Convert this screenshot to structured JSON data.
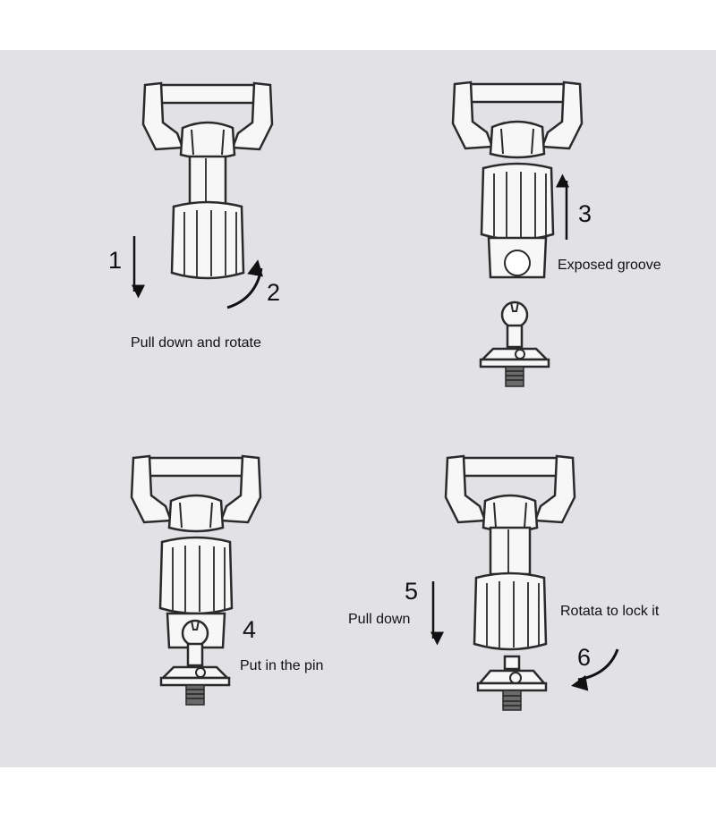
{
  "steps": [
    {
      "number": "1",
      "caption": ""
    },
    {
      "number": "2",
      "caption": ""
    },
    {
      "number": "3",
      "caption": "Exposed groove"
    },
    {
      "number": "4",
      "caption": "Put in the pin"
    },
    {
      "number": "5",
      "caption": "Pull down"
    },
    {
      "number": "6",
      "caption": "Rotata to lock it"
    }
  ],
  "panels": [
    {
      "caption": "Pull down and rotate"
    }
  ],
  "colors": {
    "background_band": "#e2e1e6",
    "page": "#ffffff",
    "part_fill": "#f7f7f7",
    "outline": "#2a2a2a",
    "arrow": "#111111"
  },
  "icons": [
    "down-arrow-icon",
    "up-arrow-icon",
    "rotate-arrow-icon",
    "swivel-mount-icon",
    "ball-pin-icon"
  ]
}
